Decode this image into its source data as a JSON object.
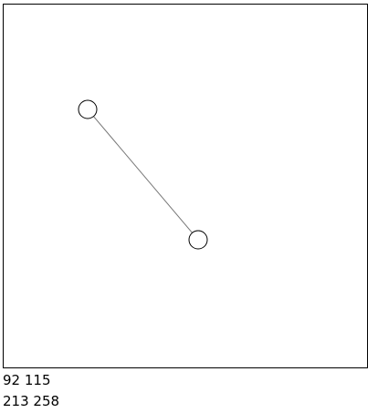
{
  "canvas": {
    "border_color": "#000000",
    "background": "#ffffff"
  },
  "line": {
    "stroke_color": "#777777"
  },
  "handles": [
    {
      "name": "handle-start",
      "stroke_color": "#000000"
    },
    {
      "name": "handle-end",
      "stroke_color": "#000000"
    }
  ],
  "readouts": [
    {
      "text": "92 115"
    },
    {
      "text": "213 258"
    }
  ]
}
